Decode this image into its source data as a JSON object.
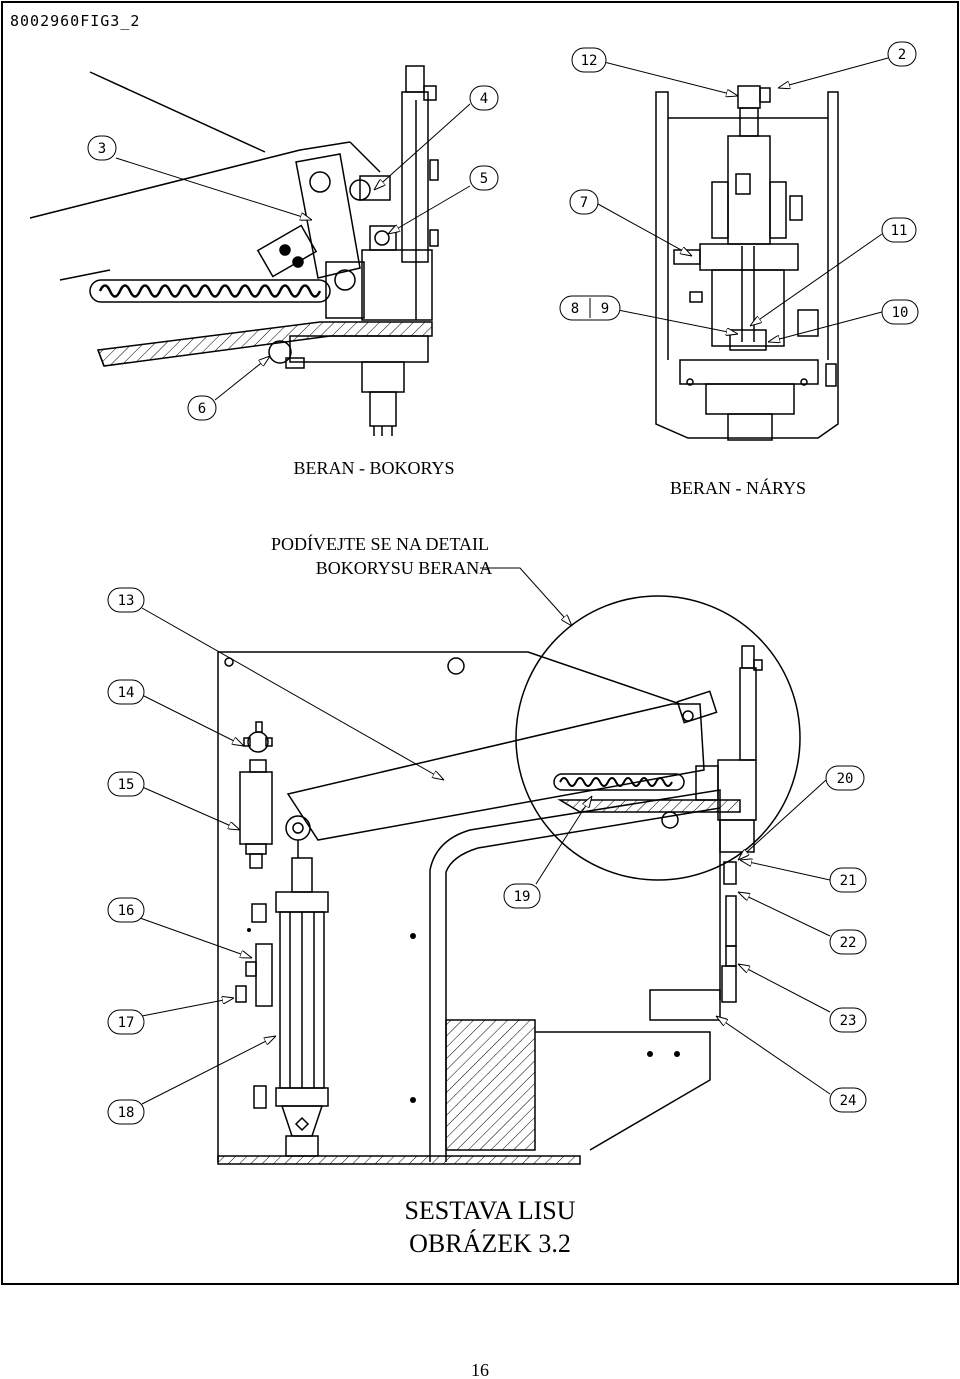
{
  "sheet": {
    "figure_code": "8002960FIG3_2",
    "page_number": "16"
  },
  "views": {
    "side_title": "BERAN - BOKORYS",
    "front_title": "BERAN - NÁRYS",
    "detail_note_line1": "PODÍVEJTE SE NA DETAIL",
    "detail_note_line2": "BOKORYSU BERANA"
  },
  "caption": {
    "line1": "SESTAVA LISU",
    "line2": "OBRÁZEK 3.2"
  },
  "callouts": {
    "c2": "2",
    "c3": "3",
    "c4": "4",
    "c5": "5",
    "c6": "6",
    "c7": "7",
    "c8": "8",
    "c9": "9",
    "c10": "10",
    "c11": "11",
    "c12": "12",
    "c13": "13",
    "c14": "14",
    "c15": "15",
    "c16": "16",
    "c17": "17",
    "c18": "18",
    "c19": "19",
    "c20": "20",
    "c21": "21",
    "c22": "22",
    "c23": "23",
    "c24": "24"
  }
}
